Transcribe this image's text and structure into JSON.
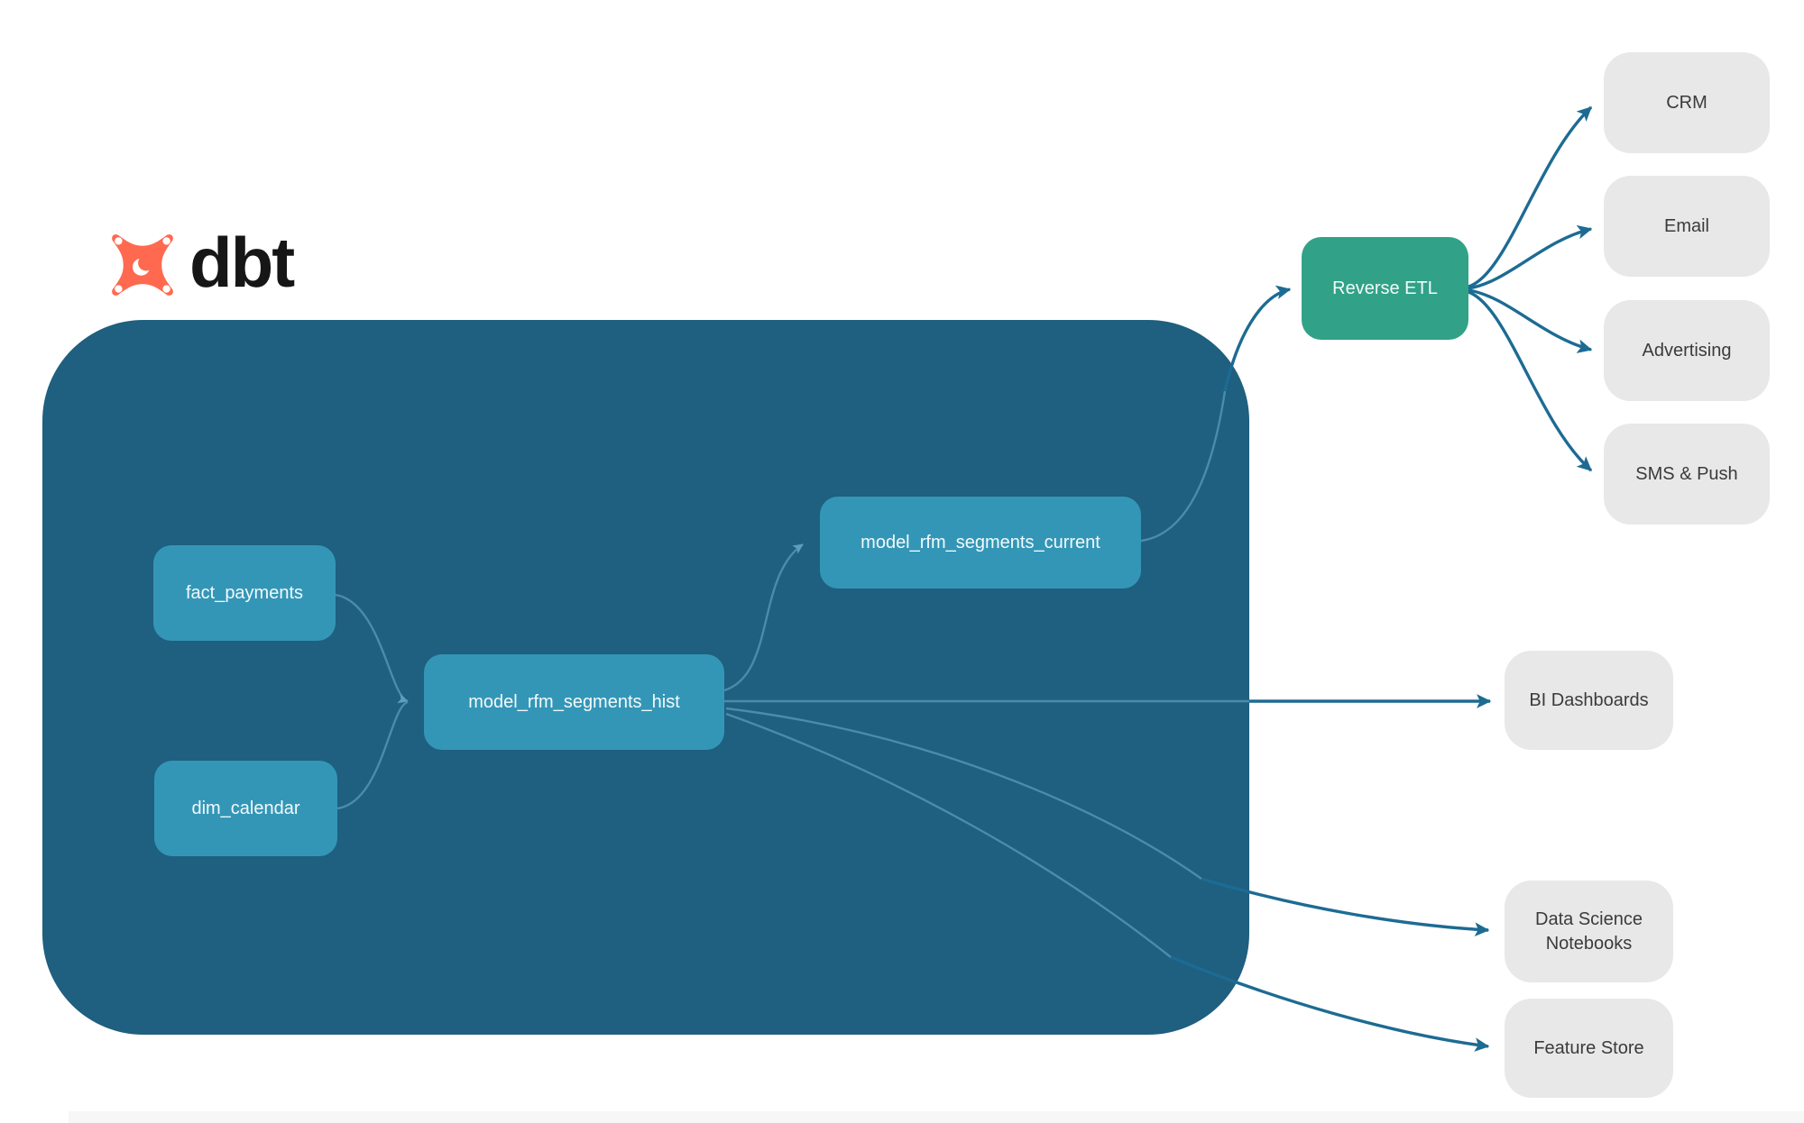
{
  "logo": {
    "text": "dbt",
    "icon": "dbt-star-icon",
    "icon_color": "#ff6950",
    "text_color": "#161616"
  },
  "colors": {
    "warehouse_bg": "#1f5f7f",
    "model_node_bg": "#3496b7",
    "etl_node_bg": "#31a287",
    "destination_bg": "#e8e8e8",
    "edge_dark": "#1d6b93",
    "edge_light": "#4a8ca9"
  },
  "pipeline": {
    "sources": [
      {
        "label": "fact_payments"
      },
      {
        "label": "dim_calendar"
      }
    ],
    "models": [
      {
        "label": "model_rfm_segments_hist"
      },
      {
        "label": "model_rfm_segments_current"
      }
    ]
  },
  "reverse_etl": {
    "label": "Reverse ETL"
  },
  "destinations": {
    "crm": {
      "label": "CRM"
    },
    "email": {
      "label": "Email"
    },
    "advertising": {
      "label": "Advertising"
    },
    "sms_push": {
      "label": "SMS & Push"
    },
    "bi_dashboards": {
      "label": "BI Dashboards"
    },
    "data_science_notebooks": {
      "label": "Data Science Notebooks"
    },
    "feature_store": {
      "label": "Feature Store"
    }
  }
}
